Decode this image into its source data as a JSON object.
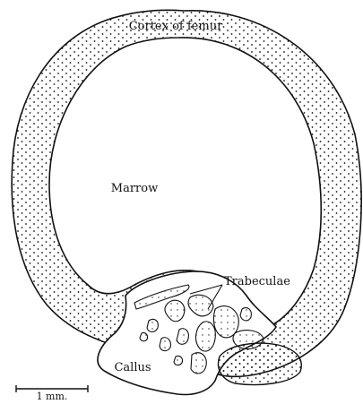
{
  "labels": {
    "cortex": "Cortex of femur",
    "marrow": "Marrow",
    "trabeculae": "Trabeculae",
    "callus": "Callus",
    "scale": "1 mm."
  },
  "colors": {
    "ink": "#111111",
    "paper": "#ffffff"
  }
}
